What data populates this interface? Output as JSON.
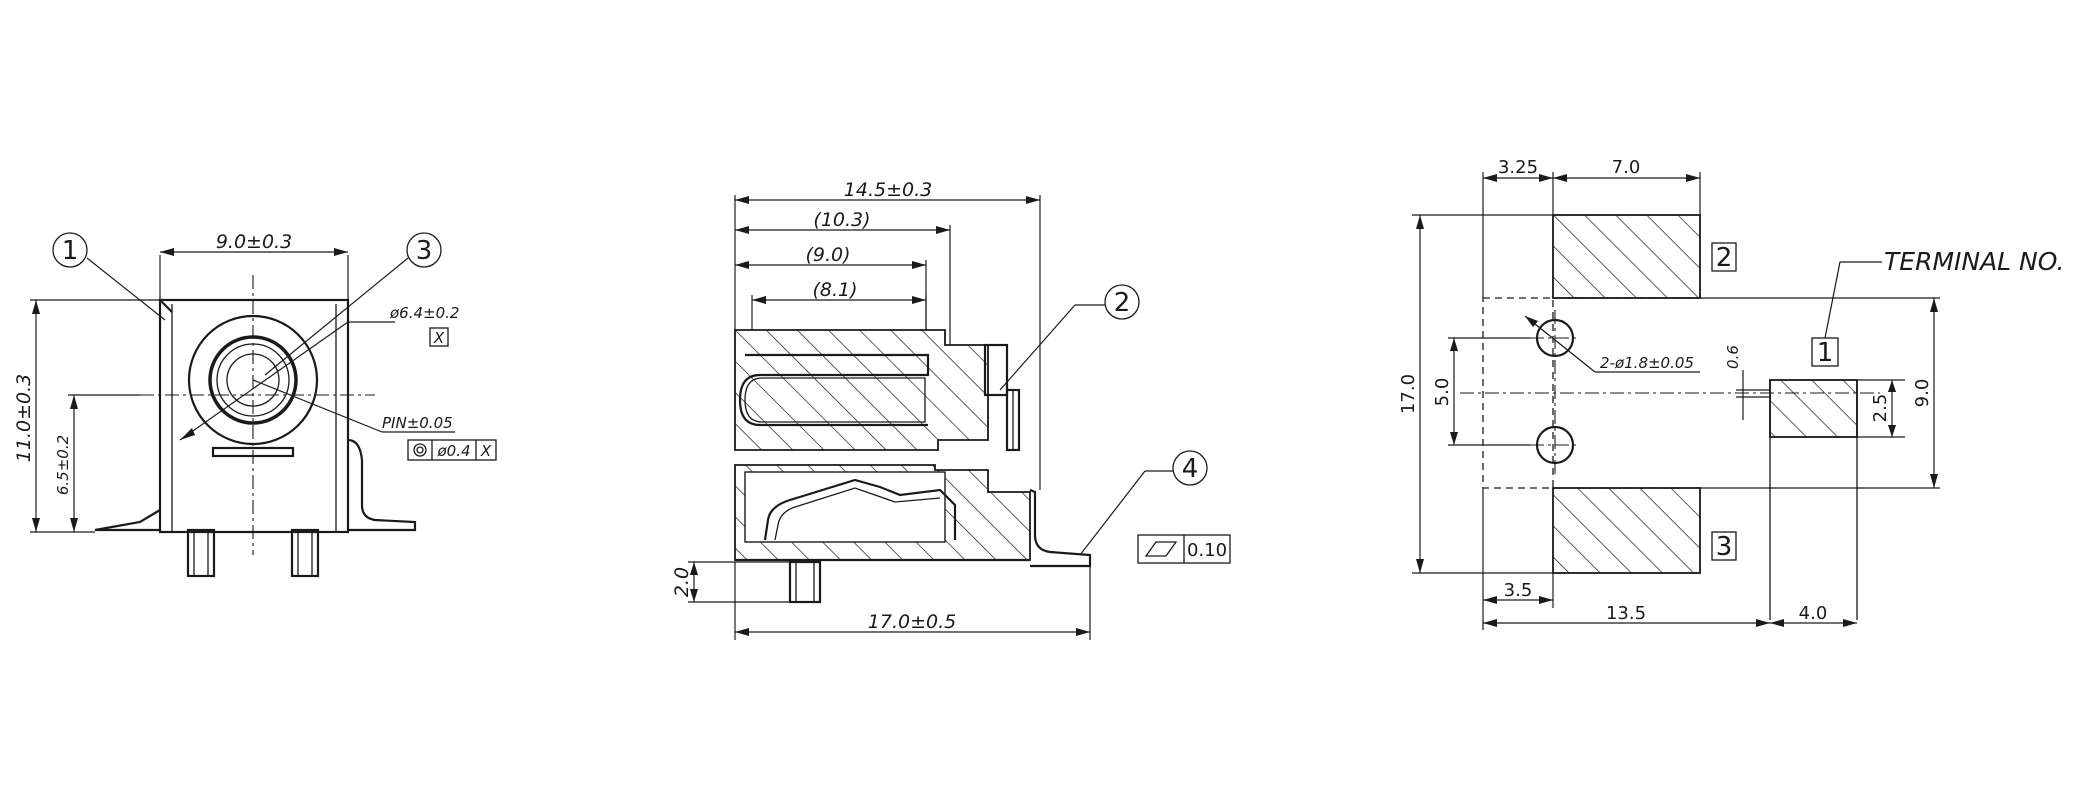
{
  "front_view": {
    "width_dim": "9.0±0.3",
    "height_dim": "11.0±0.3",
    "center_height_dim": "6.5±0.2",
    "bore_dim": "ø6.4±0.2",
    "bore_datum": "X",
    "pin_tol": "PIN±0.05",
    "concentricity_value": "ø0.4",
    "concentricity_datum": "X",
    "balloon_1": "1",
    "balloon_3": "3"
  },
  "side_view": {
    "total_length": "14.5±0.3",
    "length_1": "(10.3)",
    "length_2": "(9.0)",
    "length_3": "(8.1)",
    "pin_length": "2.0",
    "overall_length": "17.0±0.5",
    "flatness_value": "0.10",
    "balloon_2": "2",
    "balloon_4": "4"
  },
  "pcb_layout": {
    "dim_3_25": "3.25",
    "dim_7_0": "7.0",
    "dim_17_0": "17.0",
    "dim_5_0": "5.0",
    "hole_dim": "2-ø1.8±0.05",
    "dim_0_6": "0.6",
    "dim_2_5": "2.5",
    "dim_9_0": "9.0",
    "dim_3_5": "3.5",
    "dim_13_5": "13.5",
    "dim_4_0": "4.0",
    "terminal_label": "TERMINAL NO.",
    "terminal_1": "1",
    "terminal_2": "2",
    "terminal_3": "3"
  }
}
